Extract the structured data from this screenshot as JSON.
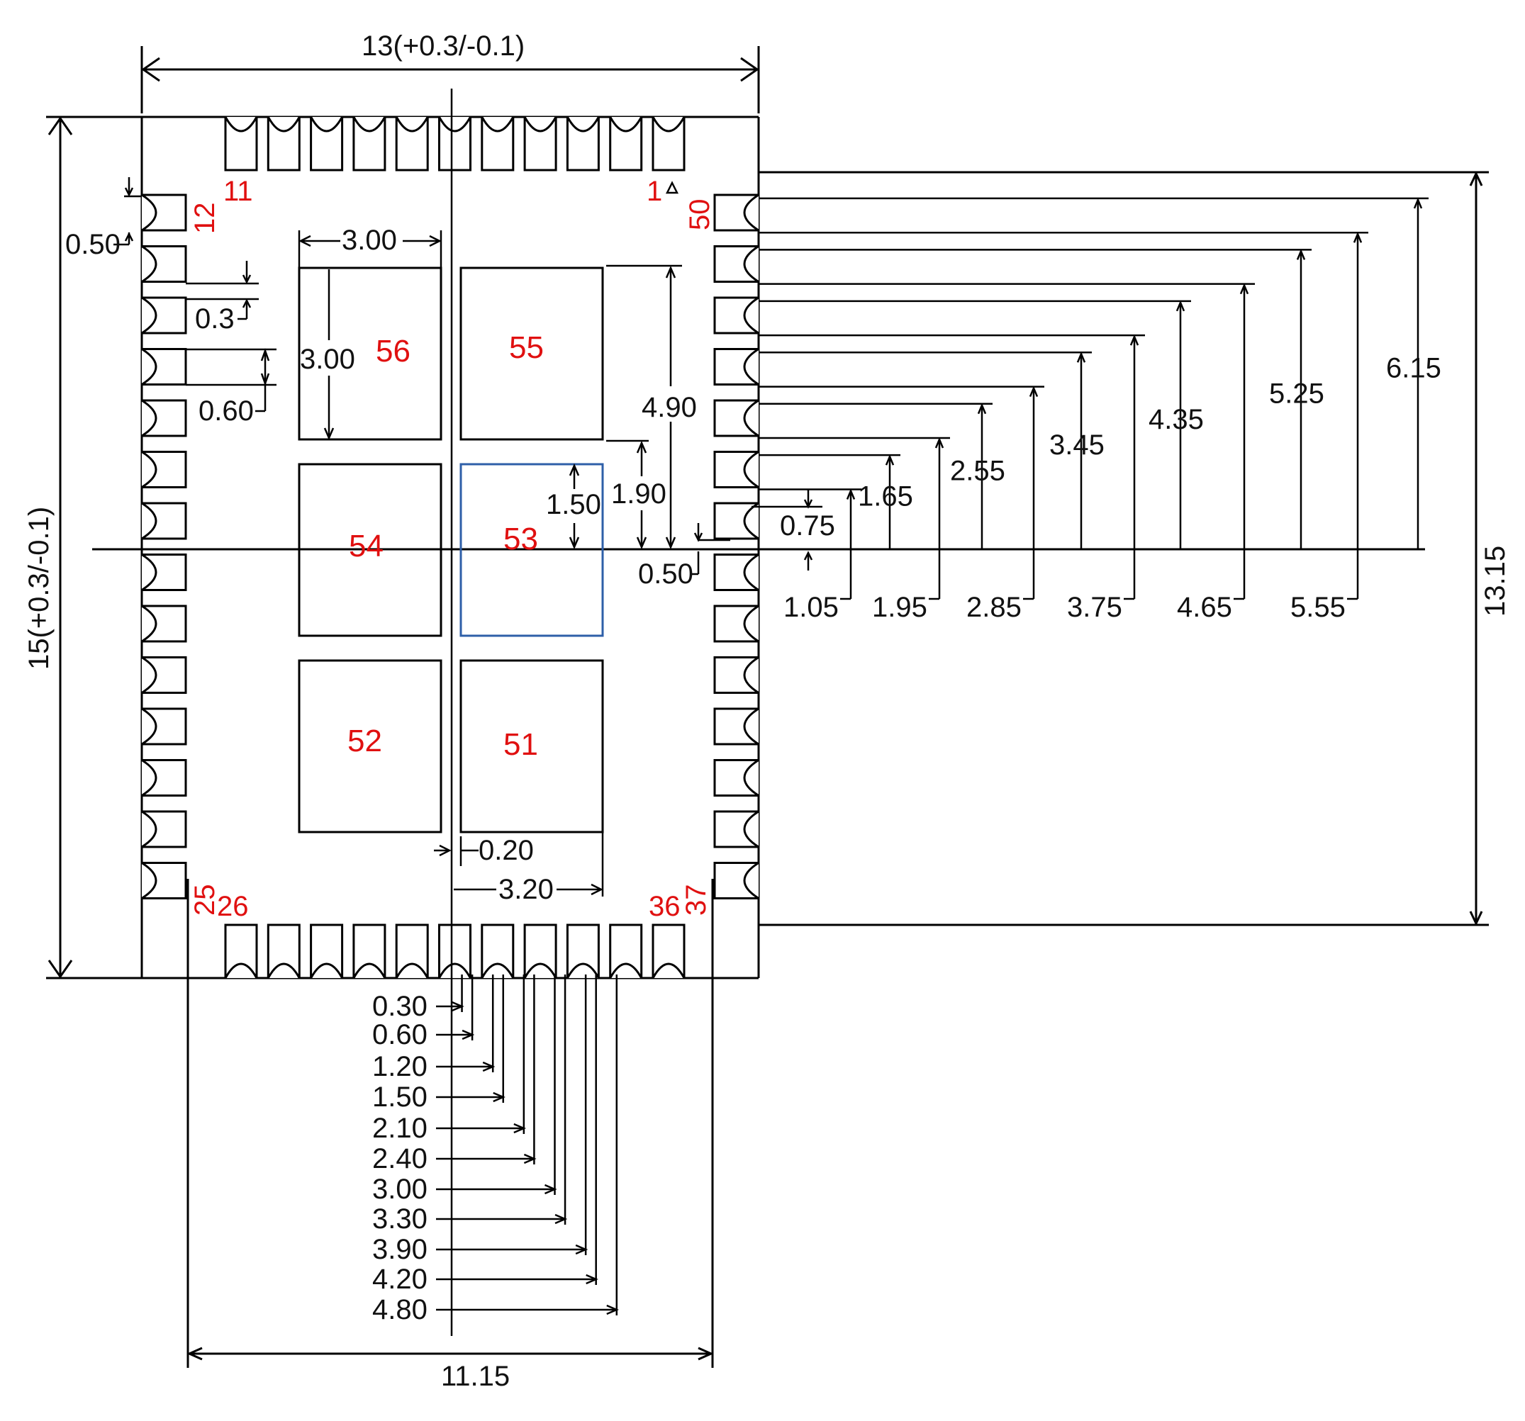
{
  "colors": {
    "line": "#000000",
    "text": "#111111",
    "pin_label": "#e01010",
    "highlight_pad": "#2e5fa8"
  },
  "dimensions": {
    "width": "13(+0.3/-0.1)",
    "height": "15(+0.3/-0.1)",
    "pin_row_span": "13.15",
    "bottom_span": "11.15",
    "pad_w": "3.00",
    "pad_h": "3.00",
    "pad_pitch_h": "4.90",
    "pad_gap": "0.20",
    "pad_extent": "3.20",
    "pad53_h": "1.50",
    "pad55_off": "1.90",
    "left_050": "0.50",
    "left_03": "0.3",
    "left_060": "0.60",
    "center_050": "0.50",
    "right_075": "0.75"
  },
  "right_top_labels": [
    "1.65",
    "2.55",
    "3.45",
    "4.35",
    "5.25",
    "6.15"
  ],
  "right_bottom_labels": [
    "1.05",
    "1.95",
    "2.85",
    "3.75",
    "4.65",
    "5.55"
  ],
  "bottom_labels": [
    "0.30",
    "0.60",
    "1.20",
    "1.50",
    "2.10",
    "2.40",
    "3.00",
    "3.30",
    "3.90",
    "4.20",
    "4.80"
  ],
  "pin_labels": {
    "p1": "1",
    "p11": "11",
    "p12": "12",
    "p25": "25",
    "p26": "26",
    "p36": "36",
    "p37": "37",
    "p50": "50"
  },
  "pads": {
    "p51": "51",
    "p52": "52",
    "p53": "53",
    "p54": "54",
    "p55": "55",
    "p56": "56"
  }
}
